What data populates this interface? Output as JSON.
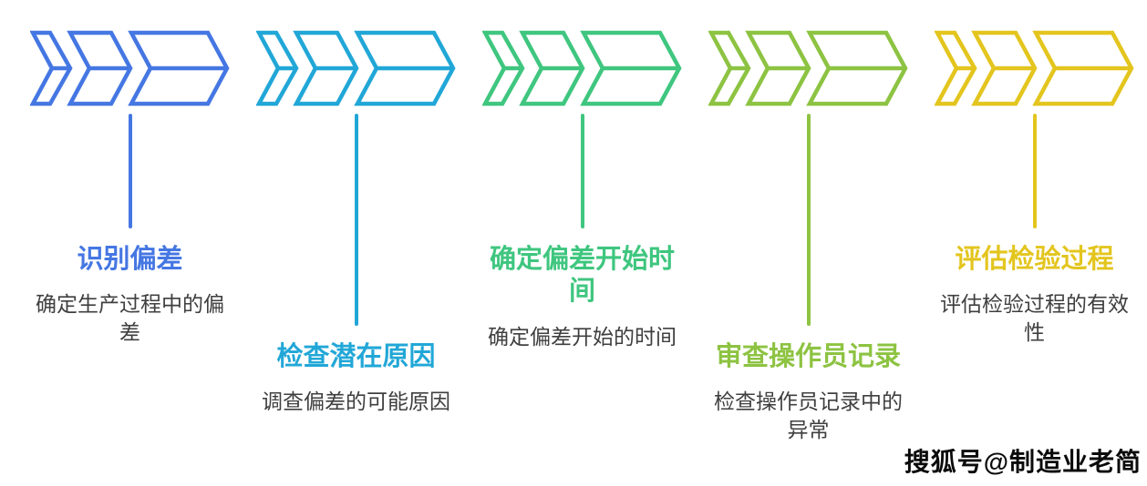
{
  "background_color": "#FFFFFF",
  "body_text_color": "#3F3F3F",
  "steps": [
    {
      "title": "识别偏差",
      "description": "确定生产过程中的偏差",
      "color": "#4577E3",
      "connector": "short"
    },
    {
      "title": "检查潜在原因",
      "description": "调查偏差的可能原因",
      "color": "#21A7D7",
      "connector": "long"
    },
    {
      "title": "确定偏差开始时间",
      "description": "确定偏差开始的时间",
      "color": "#3FC67F",
      "connector": "short"
    },
    {
      "title": "审查操作员记录",
      "description": "检查操作员记录中的异常",
      "color": "#8DC342",
      "connector": "long"
    },
    {
      "title": "评估检验过程",
      "description": "评估检验过程的有效性",
      "color": "#E3C51E",
      "connector": "short"
    }
  ],
  "watermark": {
    "text": "搜狐号@制造业老简"
  }
}
